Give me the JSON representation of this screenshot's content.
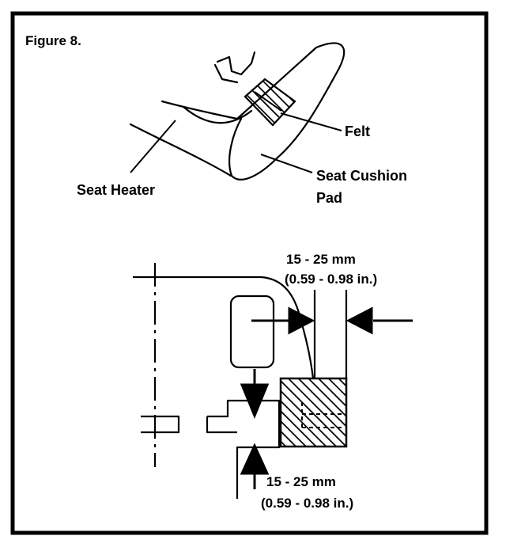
{
  "figure": {
    "title": "Figure 8.",
    "labels": {
      "felt": "Felt",
      "seat_cushion_pad_line1": "Seat Cushion",
      "seat_cushion_pad_line2": "Pad",
      "seat_heater": "Seat Heater"
    },
    "dimensions": {
      "horizontal": {
        "line1": "15 - 25 mm",
        "line2": "(0.59 - 0.98 in.)"
      },
      "vertical": {
        "line1": "15 - 25 mm",
        "line2": "(0.59 - 0.98 in.)"
      }
    },
    "colors": {
      "ink": "#000000",
      "paper": "#ffffff"
    }
  }
}
